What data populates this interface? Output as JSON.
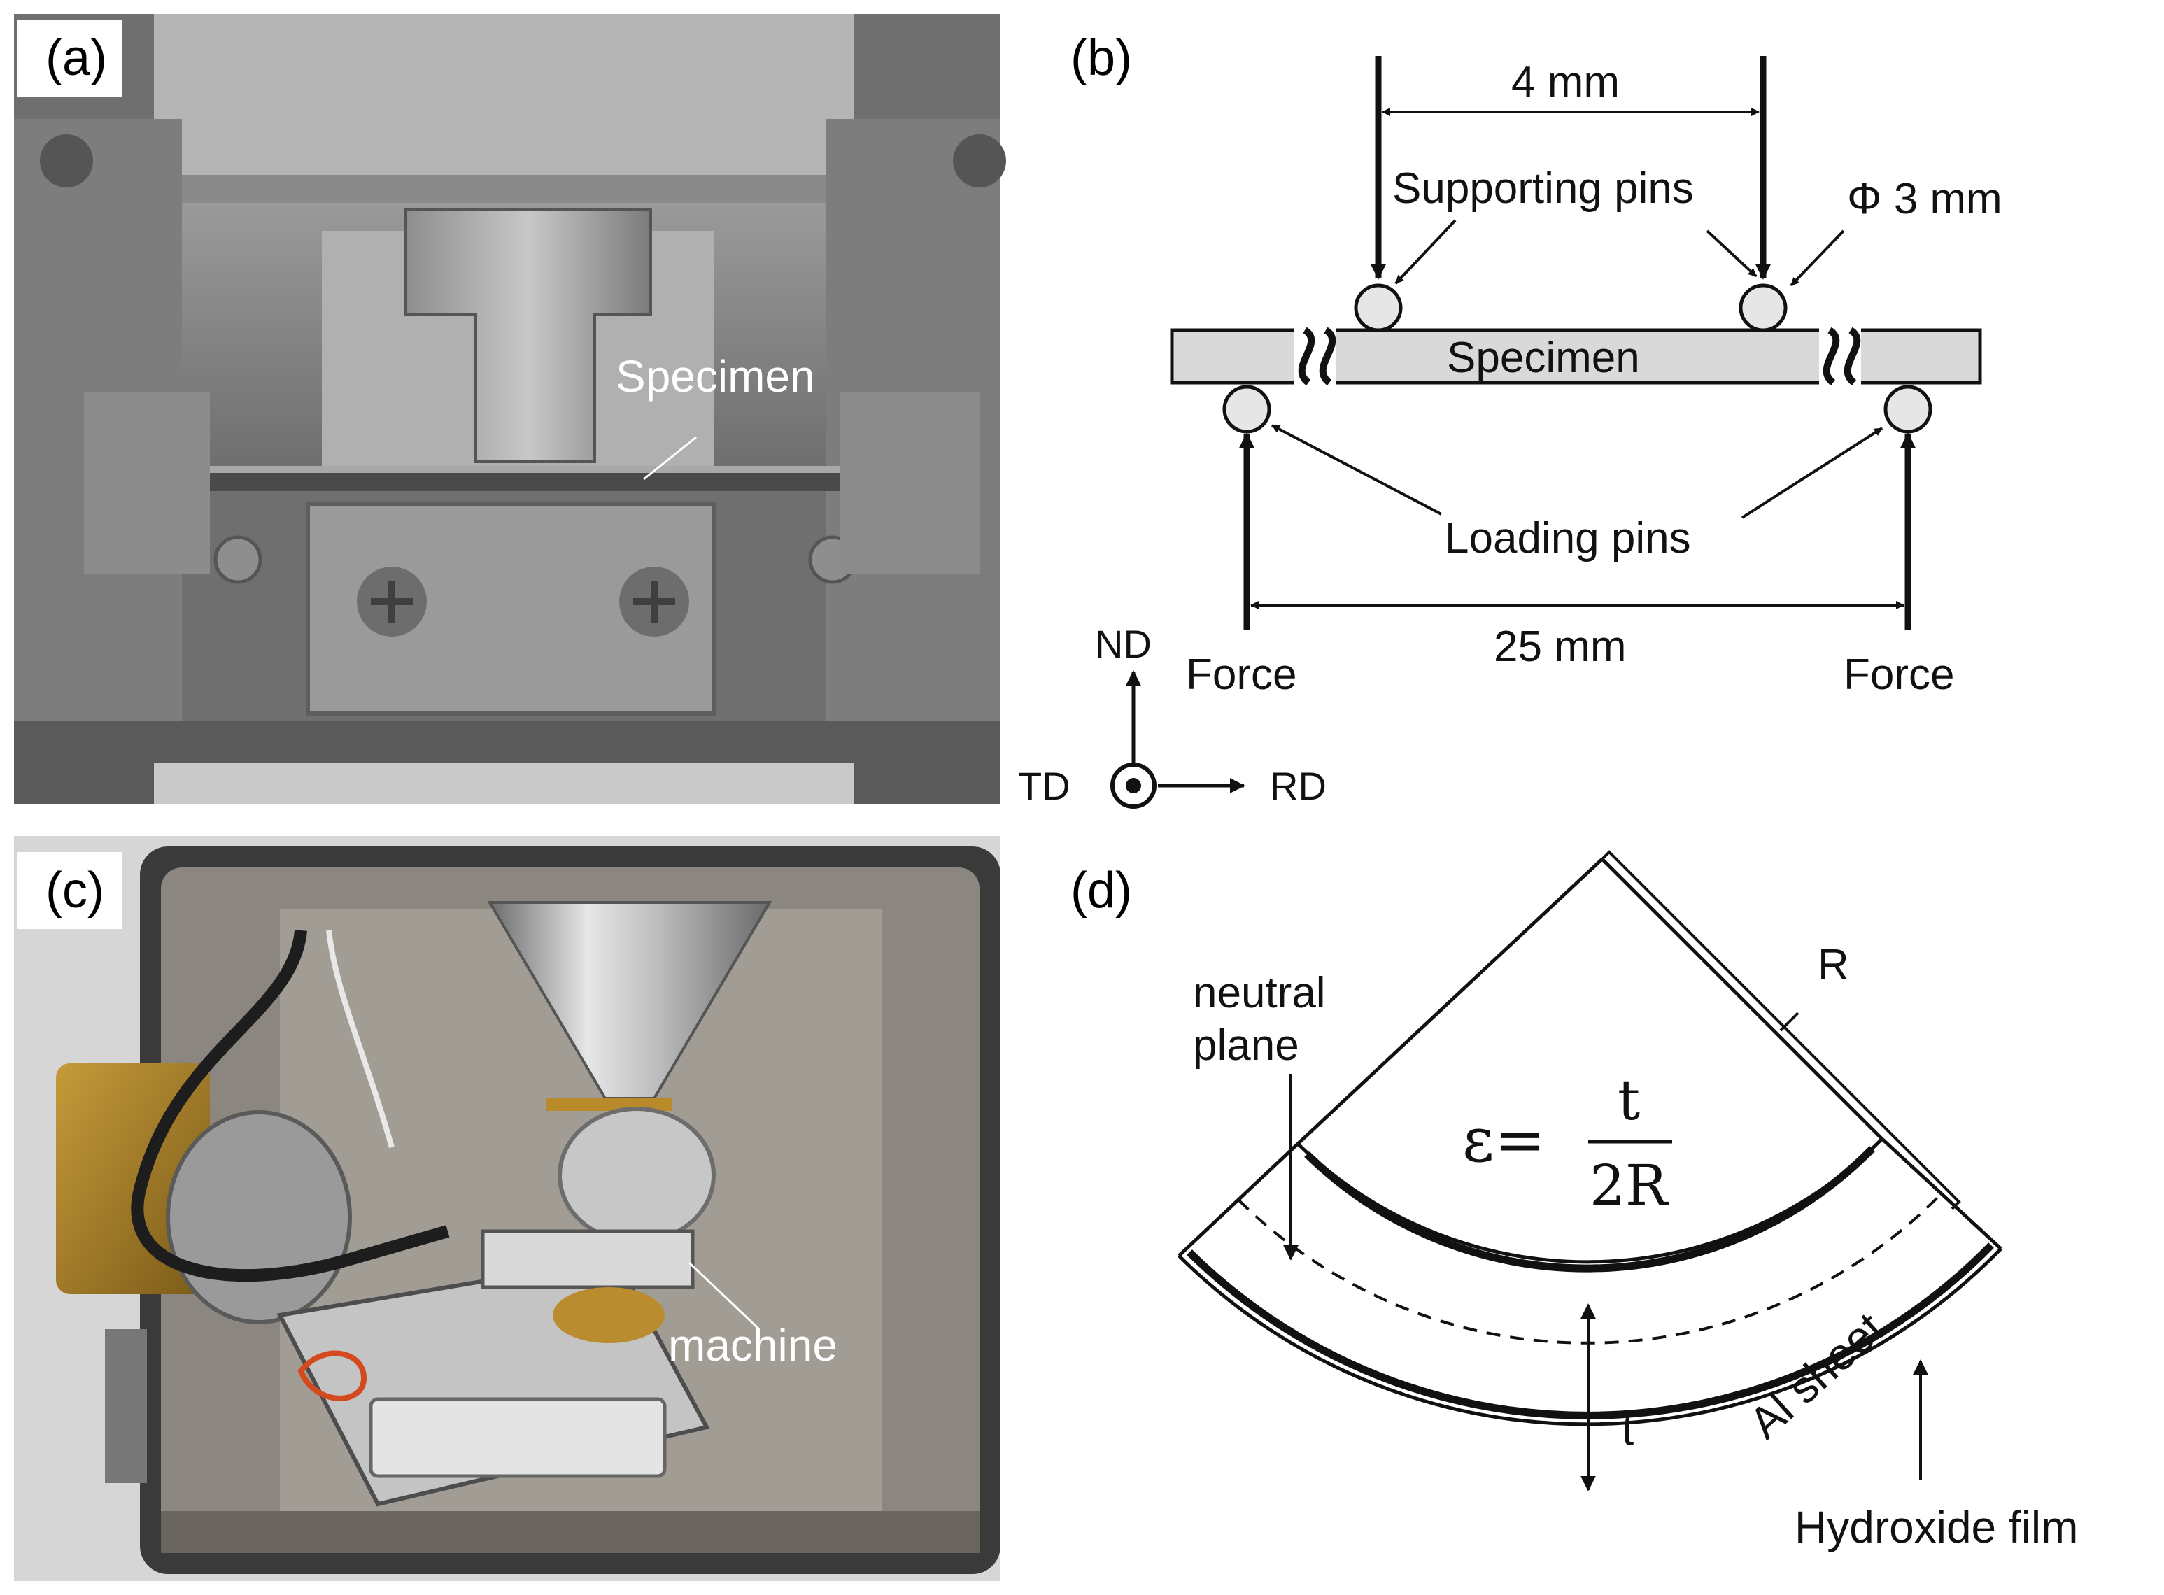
{
  "panels": {
    "a": {
      "tag": "(a)",
      "specimen_label": "Specimen"
    },
    "b": {
      "tag": "(b)",
      "pin_spacing": "4 mm",
      "supporting_pins": "Supporting pins",
      "pin_diameter": "Φ 3 mm",
      "specimen": "Specimen",
      "loading_pins": "Loading pins",
      "span": "25 mm",
      "force_left": "Force",
      "force_right": "Force",
      "axis_nd": "ND",
      "axis_td": "TD",
      "axis_rd": "RD"
    },
    "c": {
      "tag": "(c)",
      "machine_label": "machine"
    },
    "d": {
      "tag": "(d)",
      "radius": "R",
      "neutral_plane_1": "neutral",
      "neutral_plane_2": "plane",
      "formula_lhs": "ε=",
      "formula_num": "t",
      "formula_den": "2R",
      "thickness": "t",
      "sheet": "Al sheet",
      "film": "Hydroxide film"
    }
  },
  "colors": {
    "specimen_fill": "#d9d9d9",
    "pin_fill": "#e6e6e6",
    "ink": "#111111"
  }
}
